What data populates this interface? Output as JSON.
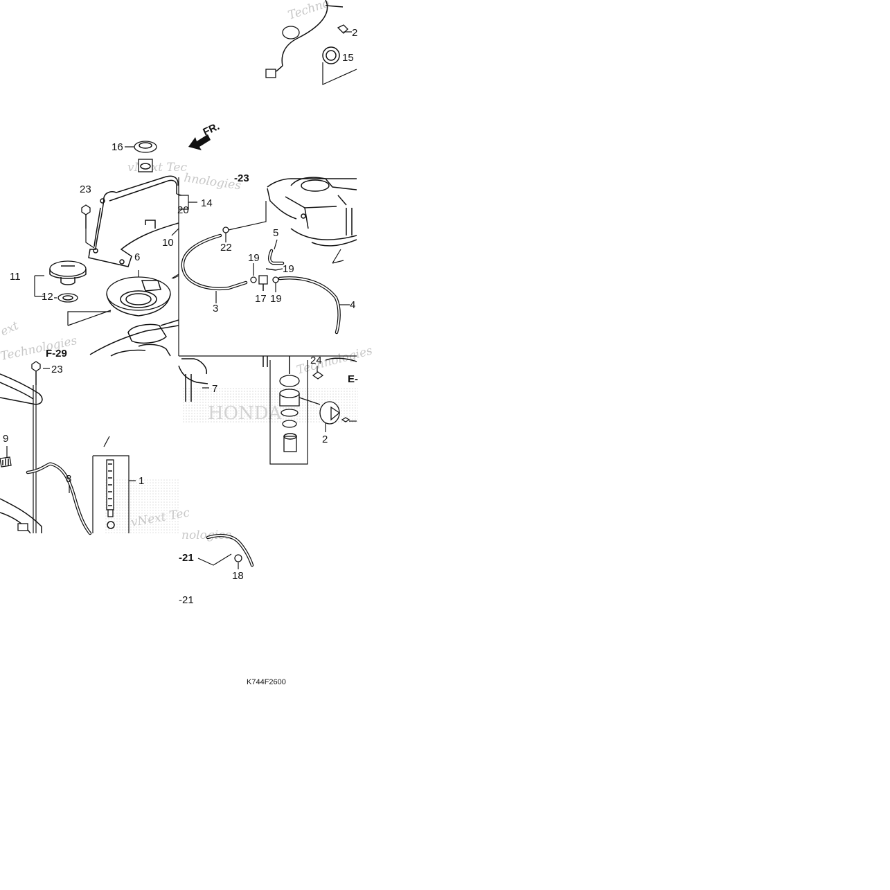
{
  "watermark": {
    "texts": [
      "Techno",
      "vNext Tec",
      "hnologies",
      "ext",
      "Technologies",
      "Technologies",
      "vNext Tec",
      "nologies"
    ],
    "logo": "HONDA"
  },
  "arrow": {
    "label": "FR."
  },
  "callouts": [
    {
      "id": "c-2a",
      "text": "2"
    },
    {
      "id": "c-15",
      "text": "15"
    },
    {
      "id": "c-16",
      "text": "16"
    },
    {
      "id": "c-23a",
      "text": "23"
    },
    {
      "id": "c-14",
      "text": "14"
    },
    {
      "id": "c-20",
      "text": "20"
    },
    {
      "id": "c-10",
      "text": "10"
    },
    {
      "id": "c-6",
      "text": "6"
    },
    {
      "id": "c-11",
      "text": "11"
    },
    {
      "id": "c-12",
      "text": "12"
    },
    {
      "id": "c-22",
      "text": "22"
    },
    {
      "id": "c-5",
      "text": "5"
    },
    {
      "id": "c-19a",
      "text": "19"
    },
    {
      "id": "c-19b",
      "text": "19"
    },
    {
      "id": "c-17",
      "text": "17"
    },
    {
      "id": "c-19c",
      "text": "19"
    },
    {
      "id": "c-3",
      "text": "3"
    },
    {
      "id": "c-4",
      "text": "4"
    },
    {
      "id": "c-23b",
      "text": "23"
    },
    {
      "id": "c-24",
      "text": "24"
    },
    {
      "id": "c-7",
      "text": "7"
    },
    {
      "id": "c-2b",
      "text": "2"
    },
    {
      "id": "c-9",
      "text": "9"
    },
    {
      "id": "c-8",
      "text": "8"
    },
    {
      "id": "c-1",
      "text": "1"
    },
    {
      "id": "c-18",
      "text": "18"
    }
  ],
  "references": [
    {
      "id": "ref-f29",
      "text": "F-29"
    },
    {
      "id": "ref-23",
      "text": "-23"
    },
    {
      "id": "ref-e",
      "text": "E-"
    },
    {
      "id": "ref-21a",
      "text": "-21"
    },
    {
      "id": "ref-21b",
      "text": "-21"
    }
  ],
  "diagram_code": "K744F2600"
}
